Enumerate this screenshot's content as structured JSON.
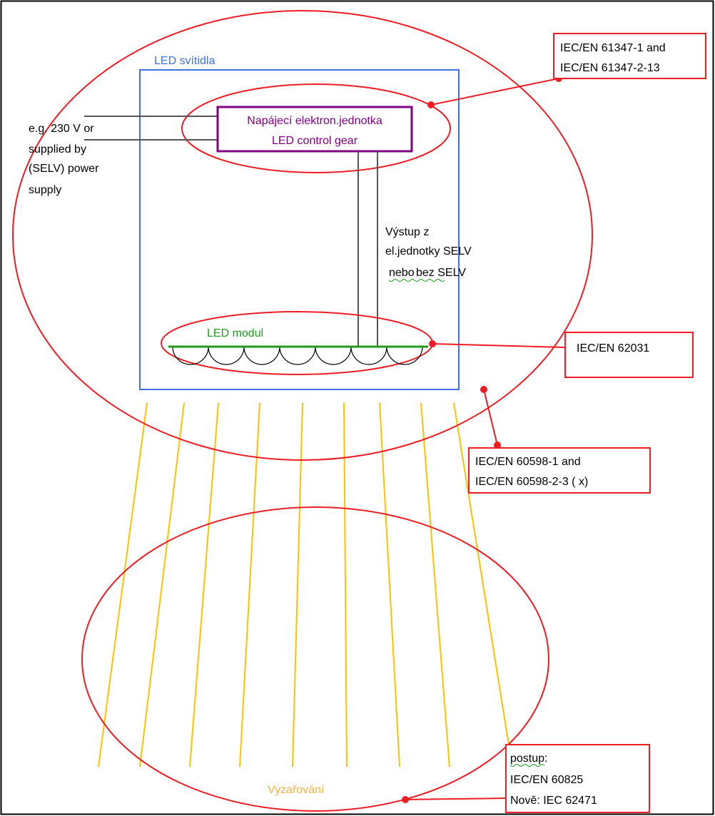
{
  "colors": {
    "red": "#ee1c24",
    "blue": "#3e6ee8",
    "purple": "#800080",
    "green": "#1e9a1e",
    "yellow": "#ffc000",
    "orange": "#f6b042",
    "black": "#000000"
  },
  "luminaire": {
    "title": "LED svítidla"
  },
  "control_gear": {
    "line1": "Napájecí elektron.jednotka",
    "line2": "LED control gear"
  },
  "supply": {
    "line1": "e.g. 230 V or",
    "line2": "supplied by",
    "line3": "(SELV) power",
    "line4": "supply"
  },
  "output": {
    "line1": "Výstup z",
    "line2": "el.jednotky SELV",
    "line3_a": "nebo",
    "line3_b": "bez SELV"
  },
  "led_module": {
    "title": "LED modul"
  },
  "radiation": {
    "title": "Vyzařování"
  },
  "standards": {
    "control_gear": {
      "line1": "IEC/EN 61347-1 and",
      "line2": "IEC/EN 61347-2-13"
    },
    "led_module": {
      "line1": "IEC/EN 62031"
    },
    "luminaire": {
      "line1": "IEC/EN 60598-1 and",
      "line2": "IEC/EN 60598-2-3 ( x)"
    },
    "radiation": {
      "line1": "postup:",
      "line2": "IEC/EN 60825",
      "line3": "Nově: IEC 62471"
    }
  }
}
